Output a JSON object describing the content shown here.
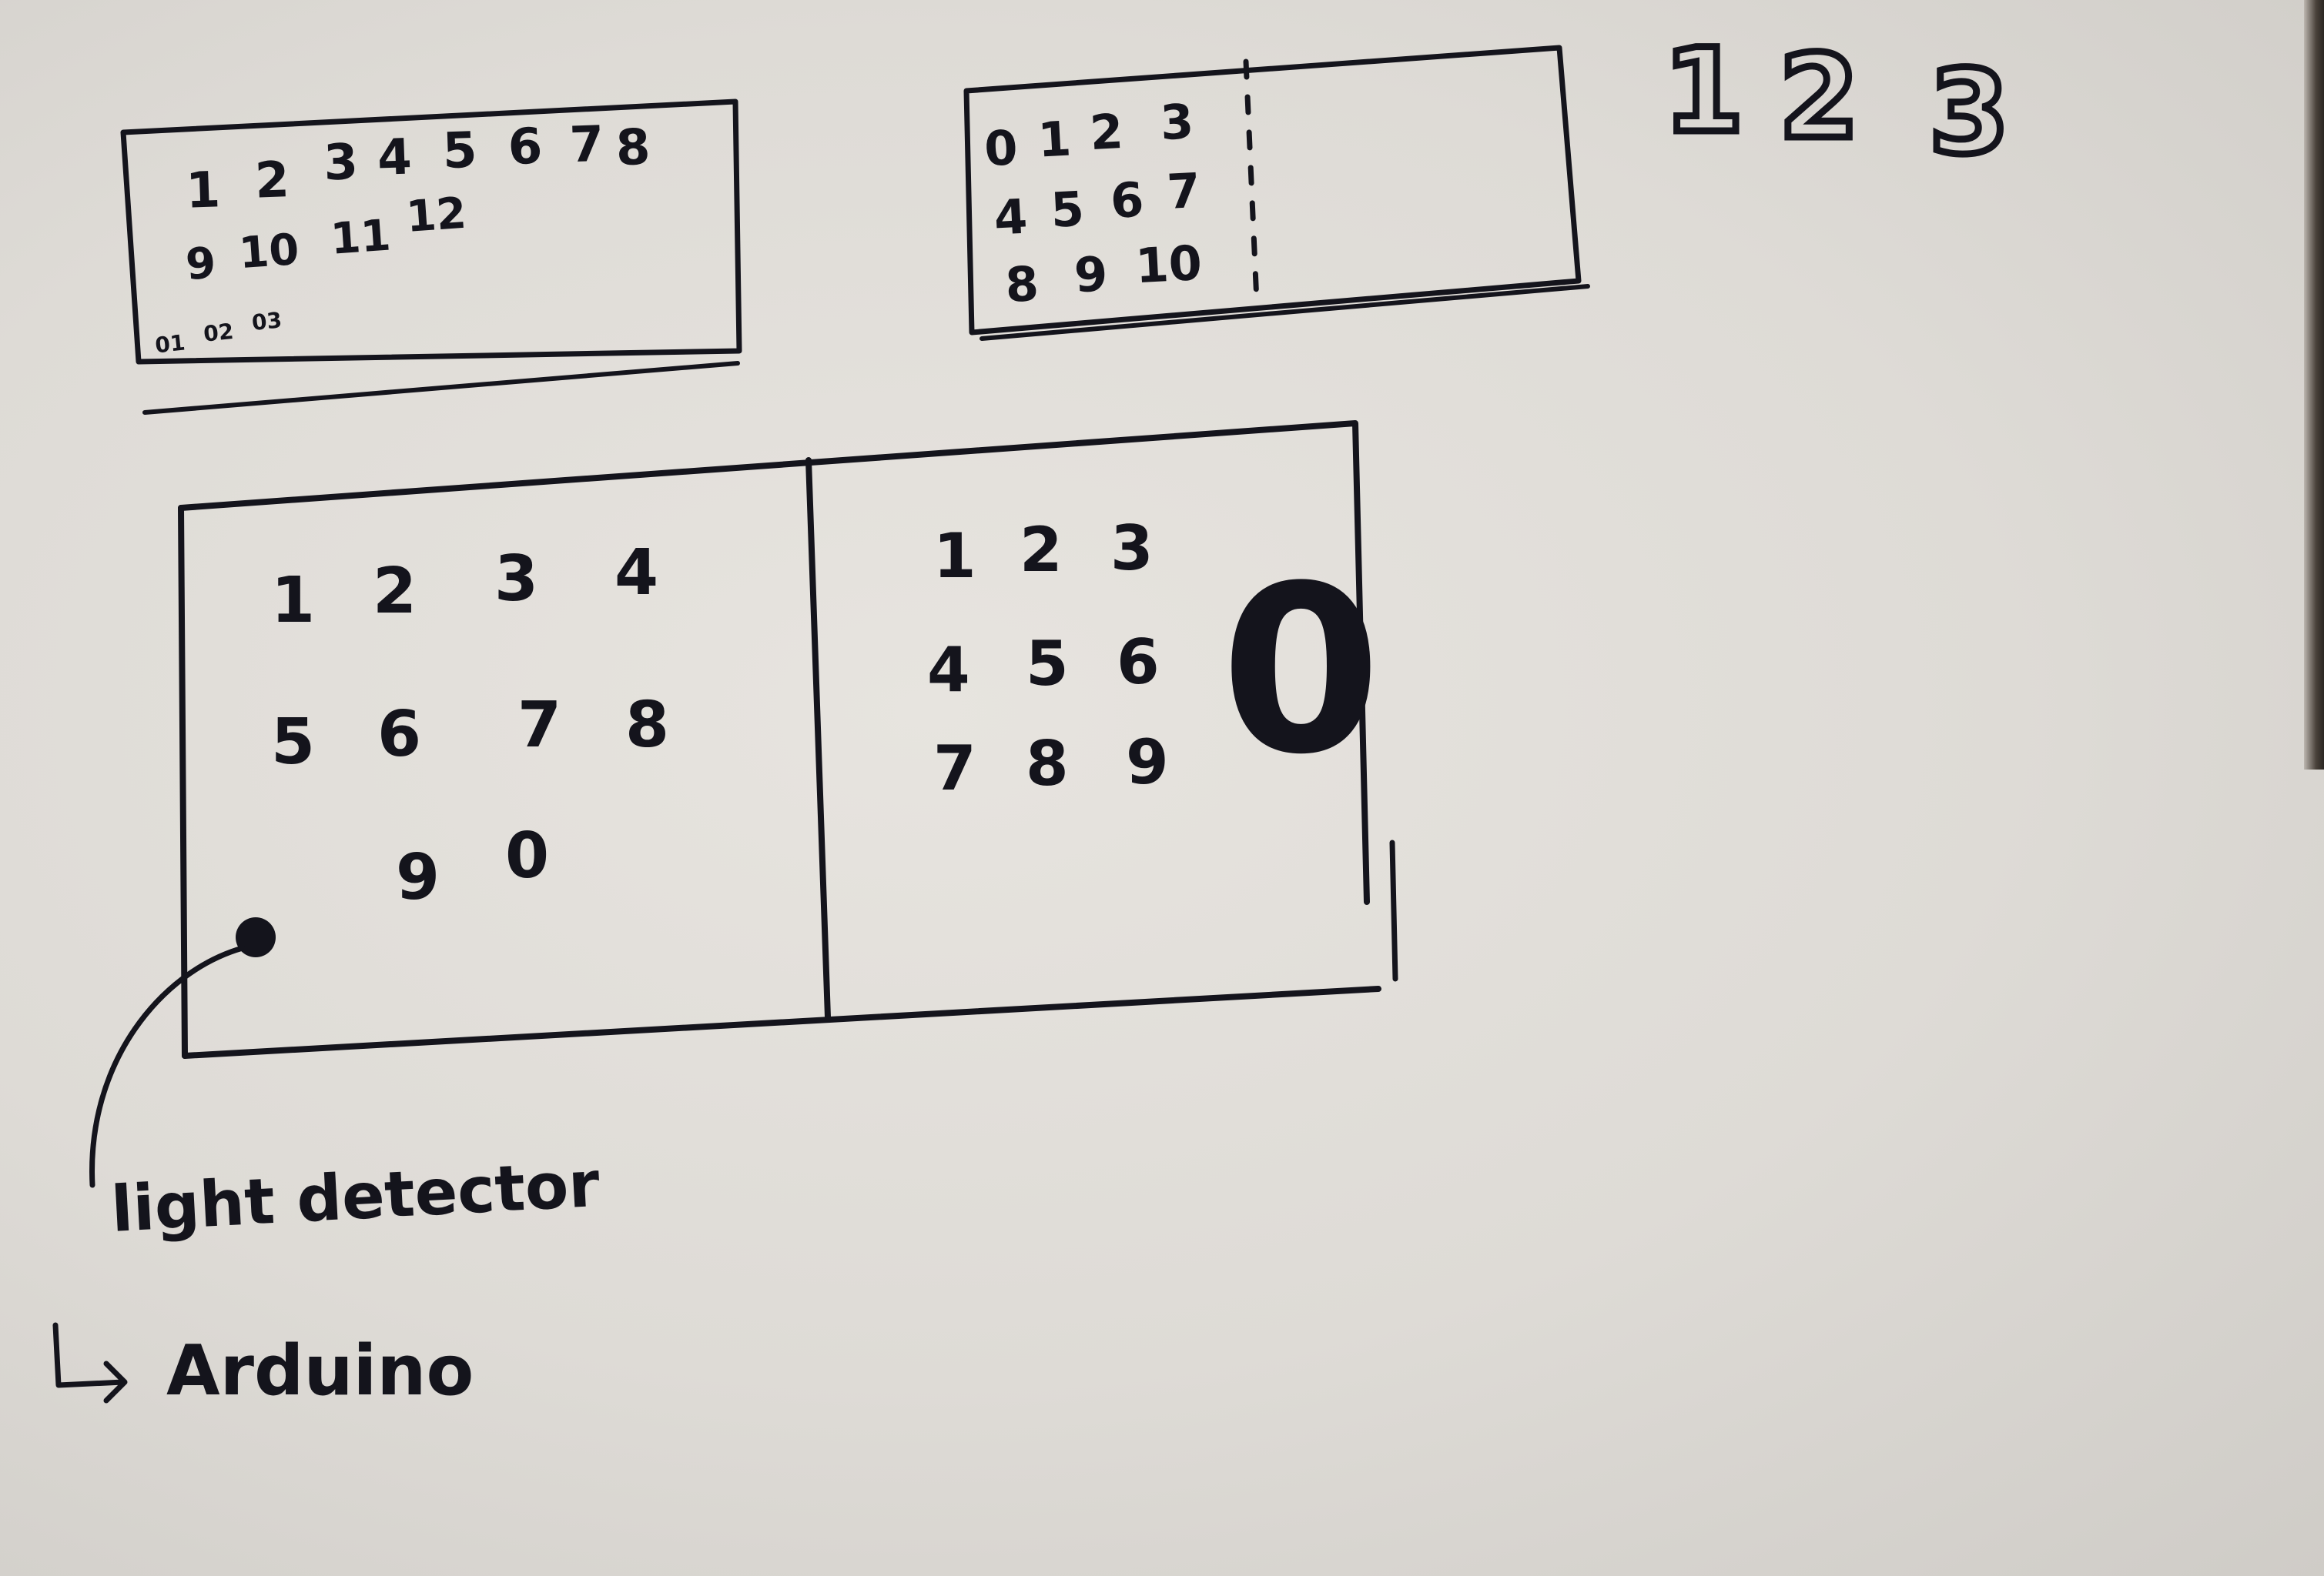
{
  "sketch_a": {
    "row1": [
      "1",
      "2",
      "3",
      "4",
      "5",
      "6",
      "7",
      "8"
    ],
    "row2": [
      "9",
      "10",
      "11",
      "12"
    ],
    "row3": [
      "01",
      "02",
      "03"
    ]
  },
  "sketch_b": {
    "rows": [
      [
        "0",
        "1",
        "2",
        "3"
      ],
      [
        "4",
        "5",
        "6",
        "7"
      ],
      [
        "8",
        "9",
        "10"
      ]
    ]
  },
  "outlined_digits": [
    "1",
    "2",
    "3"
  ],
  "sketch_c": {
    "left_keypad": [
      [
        "1",
        "2",
        "3",
        "4"
      ],
      [
        "5",
        "6",
        "7",
        "8"
      ],
      [
        "9",
        "0"
      ]
    ],
    "right_keypad": [
      [
        "1",
        "2",
        "3"
      ],
      [
        "4",
        "5",
        "6"
      ],
      [
        "7",
        "8",
        "9"
      ]
    ],
    "slot_label": "0"
  },
  "annotations": {
    "light_detector": "light detector",
    "arduino": "Arduino"
  },
  "colors": {
    "ink": "#14141c",
    "paper": "#e2dfda"
  }
}
